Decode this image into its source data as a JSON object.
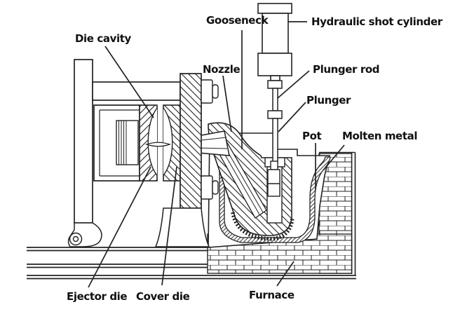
{
  "diagram": {
    "labels": {
      "die_cavity": "Die cavity",
      "gooseneck": "Gooseneck",
      "hydraulic_shot_cylinder": "Hydraulic shot cylinder",
      "nozzle": "Nozzle",
      "plunger_rod": "Plunger rod",
      "plunger": "Plunger",
      "pot": "Pot",
      "molten_metal": "Molten metal",
      "ejector_die": "Ejector die",
      "cover_die": "Cover die",
      "furnace": "Furnace"
    },
    "colors": {
      "line": "#222222",
      "background": "#ffffff"
    }
  }
}
